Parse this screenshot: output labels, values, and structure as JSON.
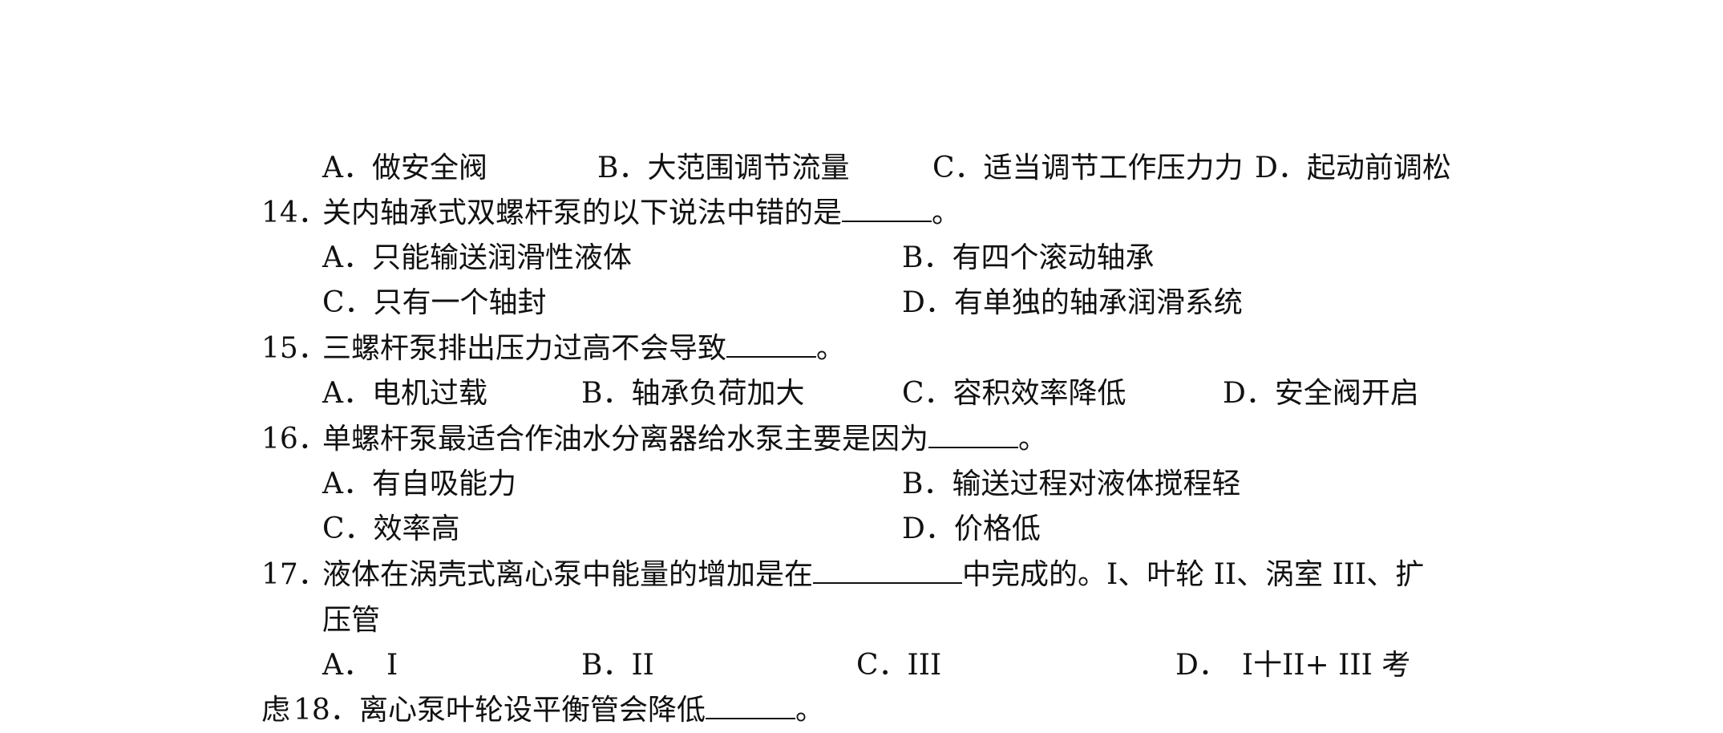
{
  "q13_options": {
    "a": "A．做安全阀",
    "b": "B．大范围调节流量",
    "c": "C．适当调节工作压力力",
    "d": "D．起动前调松"
  },
  "q14": {
    "number": "14．",
    "stem": "关内轴承式双螺杆泵的以下说法中错的是",
    "tail": "。",
    "a": "A．只能输送润滑性液体",
    "b": "B．有四个滚动轴承",
    "c": "C．只有一个轴封",
    "d": "D．有单独的轴承润滑系统"
  },
  "q15": {
    "number": "15．",
    "stem": "三螺杆泵排出压力过高不会导致",
    "tail": "。",
    "a": "A．电机过载",
    "b": "B．轴承负荷加大",
    "c": "C．容积效率降低",
    "d": "D．安全阀开启"
  },
  "q16": {
    "number": "16．",
    "stem": "单螺杆泵最适合作油水分离器给水泵主要是因为",
    "tail": "。",
    "a": "A．有自吸能力",
    "b": "B．输送过程对液体搅程轻",
    "c": "C．效率高",
    "d": "D．价格低"
  },
  "q17": {
    "number": "17．",
    "stem": "液体在涡壳式离心泵中能量的增加是在",
    "tail": "中完成的。I、叶轮 II、涡室 III、扩",
    "stem_cont": "压管",
    "a": "A．　I",
    "b": "B．II",
    "c": "C．III",
    "d": "D．　I十II+ III 考"
  },
  "q18": {
    "prefix": "虑",
    "number": "18．",
    "stem": "离心泵叶轮设平衡管会降低",
    "tail": "。"
  }
}
